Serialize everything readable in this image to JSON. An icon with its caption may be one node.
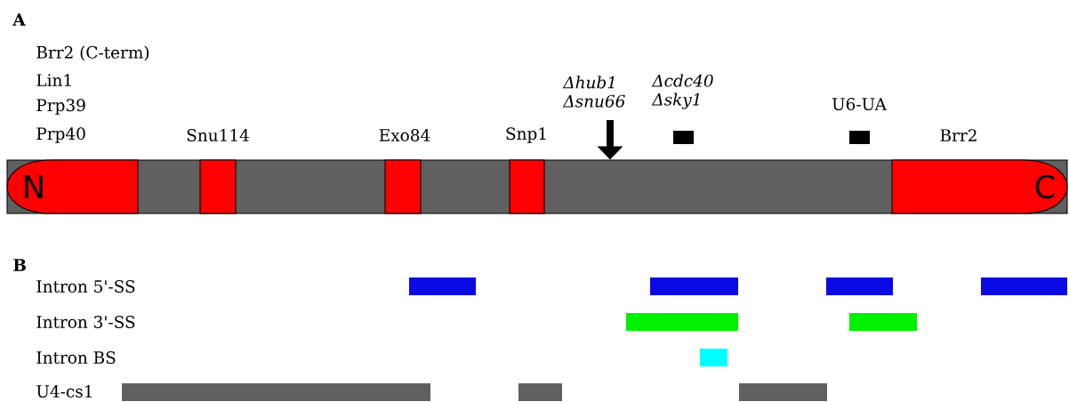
{
  "diagram": {
    "nodes": [
      {
        "text": [],
        "shape": "box"
      },
      {
        "text": [
          "N"
        ],
        "in": 0,
        "beside": [
          "Brr2 (C-term)",
          "Lin1",
          "Prp39",
          "Prp40"
        ]
      },
      {
        "text": [],
        "shape": "box",
        "in": 0,
        "beside": [
          "Snu114"
        ]
      },
      {
        "text": [],
        "shape": "box",
        "in": 0,
        "beside": [
          "Exo84"
        ]
      },
      {
        "text": [],
        "shape": "box",
        "in": 0,
        "beside": [
          "Snp1"
        ]
      },
      {
        "text": [
          "C"
        ],
        "in": 0,
        "beside": [
          "Brr2"
        ]
      },
      {
        "text": [
          "Δhub1 Δsnu66"
        ]
      },
      {
        "text": [],
        "shape": "bar",
        "beside": [
          "Δcdc40 Δsky1"
        ]
      },
      {
        "text": [],
        "shape": "bar",
        "beside": [
          "U6-UA"
        ]
      },
      {
        "text": [],
        "shape": "bar"
      },
      {
        "text": [],
        "shape": "bar"
      },
      {
        "text": [],
        "shape": "bar"
      },
      {
        "text": [],
        "shape": "bar"
      },
      {
        "text": [],
        "shape": "bar"
      },
      {
        "text": [],
        "shape": "bar"
      },
      {
        "text": [],
        "shape": "bar"
      },
      {
        "text": [],
        "shape": "bar"
      },
      {
        "text": [],
        "shape": "bar"
      },
      {
        "text": [],
        "shape": "bar"
      }
    ],
    "edges": [
      {
        "from": 6,
        "to": 0,
        "arrow": "to"
      }
    ],
    "labels": [
      "A",
      "B",
      "Intron 5'-SS",
      "Intron 3'-SS",
      "Intron BS",
      "U4-cs1"
    ]
  }
}
